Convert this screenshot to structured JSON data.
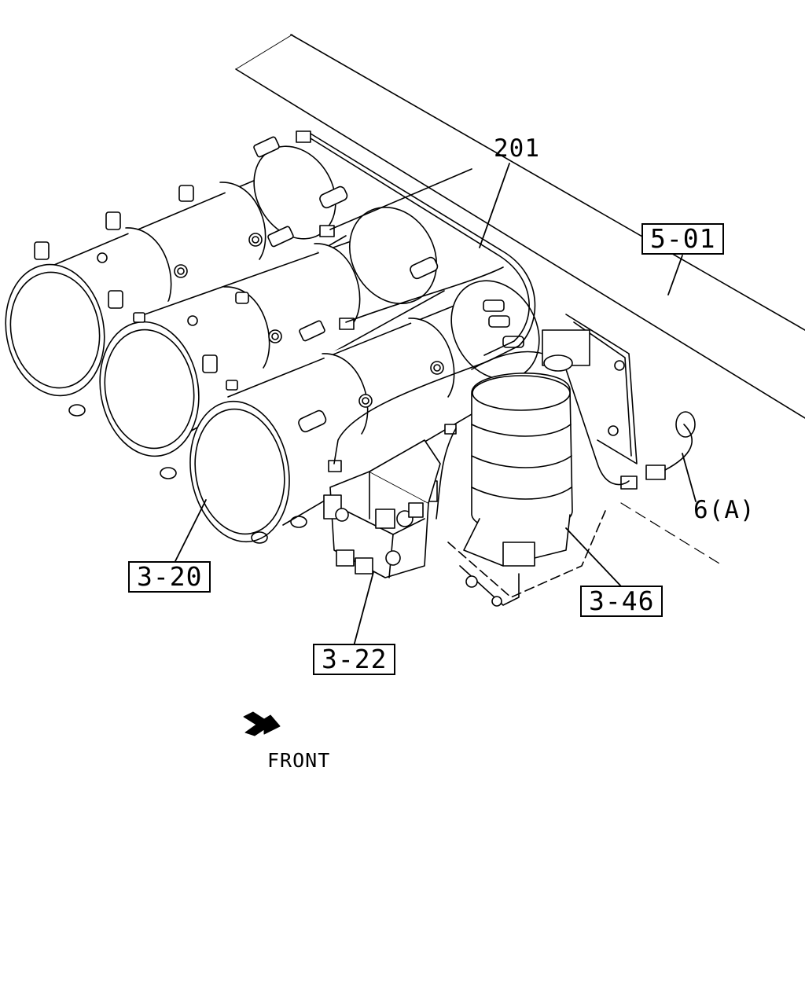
{
  "callouts": {
    "harness_ref": "201",
    "frame_ref": "5-01",
    "connector_ref": "6(A)",
    "tank_ref": "3-20",
    "valve_ref": "3-22",
    "dryer_ref": "3-46"
  },
  "direction": {
    "label": "FRONT",
    "icon": "arrow-icon"
  },
  "colors": {
    "line": "#000000",
    "background": "#ffffff"
  }
}
